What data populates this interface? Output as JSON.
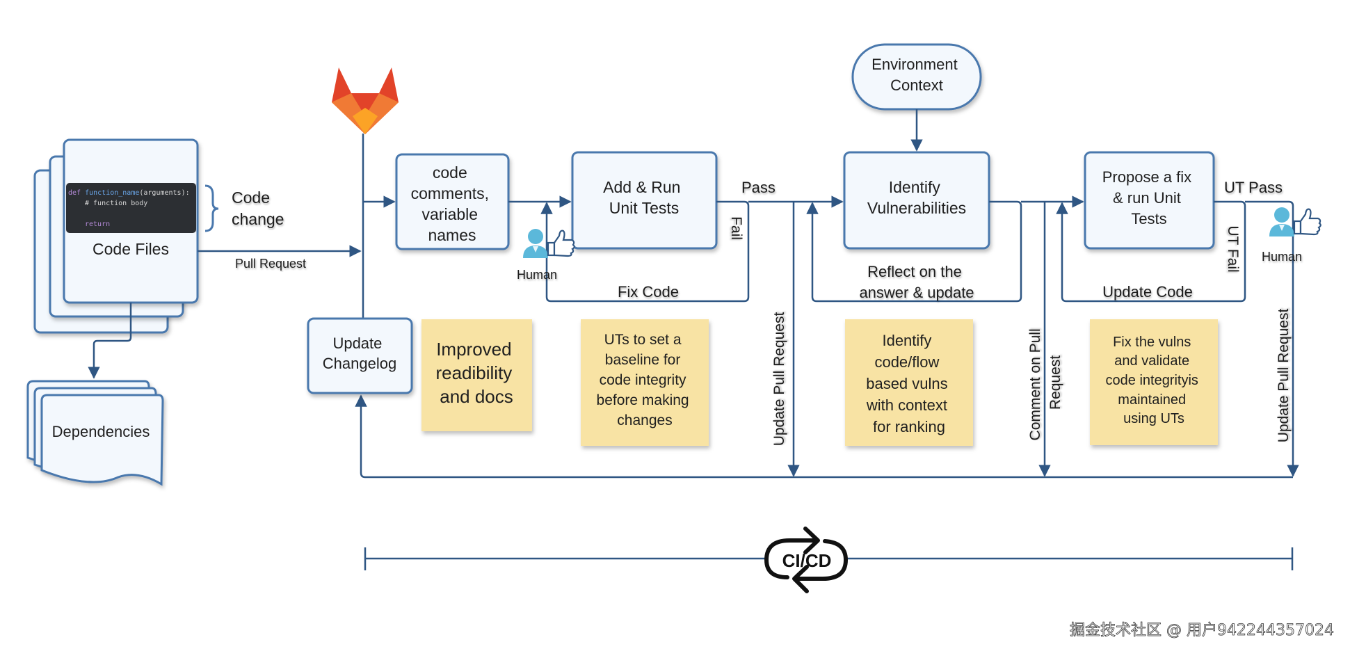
{
  "diagram": {
    "code_files": {
      "label": "Code Files",
      "snippet": {
        "line1_keyword": "def",
        "line1_name": "function_name",
        "line1_args": "(arguments):",
        "line2": "# function body",
        "line3": "return"
      },
      "brace_label_1": "Code",
      "brace_label_2": "change"
    },
    "dependencies": {
      "label": "Dependencies"
    },
    "pull_request_label": "Pull Request",
    "gitlab_logo": "gitlab-fox-icon",
    "nodes": {
      "code_comments": [
        "code",
        "comments,",
        "variable",
        "names"
      ],
      "add_run_tests": [
        "Add & Run",
        "Unit Tests"
      ],
      "environment_context": [
        "Environment",
        "Context"
      ],
      "identify_vulns": [
        "Identify",
        "Vulnerabilities"
      ],
      "propose_fix": [
        "Propose a fix",
        "& run Unit",
        "Tests"
      ],
      "update_changelog": [
        "Update",
        "Changelog"
      ]
    },
    "edges": {
      "pass": "Pass",
      "fail": "Fail",
      "fix_code": "Fix Code",
      "reflect": [
        "Reflect on the",
        "answer & update"
      ],
      "ut_pass": "UT Pass",
      "ut_fail": "UT Fail",
      "update_code": "Update Code",
      "update_pr_1": "Update Pull Request",
      "comment_pr": [
        "Comment on Pull",
        "Request"
      ],
      "update_pr_2": "Update Pull Request"
    },
    "human_label": "Human",
    "stickies": [
      [
        "Improved",
        "readibility",
        "and docs"
      ],
      [
        "UTs to set a",
        "baseline for",
        "code integrity",
        "before making",
        "changes"
      ],
      [
        "Identify",
        "code/flow",
        "based vulns",
        "with context",
        "for ranking"
      ],
      [
        "Fix the vulns",
        "and validate",
        "code integrityis",
        "maintained",
        "using UTs"
      ]
    ],
    "cicd_label": "CI/CD"
  },
  "watermark": "掘金技术社区 @ 用户942244357024",
  "colors": {
    "box_fill": "#f3f8fd",
    "box_stroke": "#4a78ad",
    "line": "#2f5683",
    "sticky": "#f8e3a4",
    "gitlab_dark": "#e24329",
    "gitlab_mid": "#fc6d26",
    "gitlab_light": "#fca326",
    "human": "#5bb8da"
  }
}
